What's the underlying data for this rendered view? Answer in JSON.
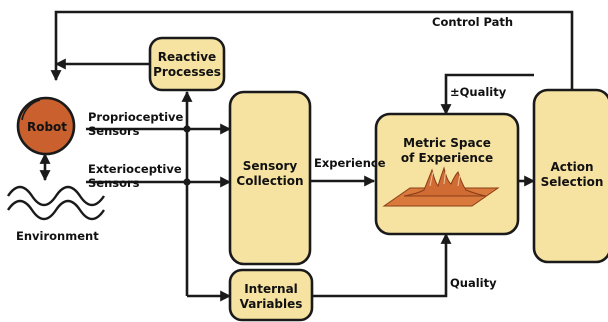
{
  "nodes": {
    "reactive": [
      "Reactive",
      "Processes"
    ],
    "robot": "Robot",
    "environment": "Environment",
    "sensory": [
      "Sensory",
      "Collection"
    ],
    "internal": [
      "Internal",
      "Variables"
    ],
    "metric": [
      "Metric Space",
      "of Experience"
    ],
    "action": [
      "Action",
      "Selection"
    ]
  },
  "labels": {
    "control_path": "Control Path",
    "plus_minus_quality": "±Quality",
    "proprioceptive": [
      "Proprioceptive",
      "Sensors"
    ],
    "exterioceptive": [
      "Exterioceptive",
      "Sensors"
    ],
    "experience": "Experience",
    "quality": "Quality"
  },
  "colors": {
    "box_fill": "#f7e3a1",
    "robot_fill": "#c9602e",
    "terrain_fill": "#cf6b33",
    "plane_fill": "#d97a3c",
    "stroke": "#1a1a1a"
  }
}
